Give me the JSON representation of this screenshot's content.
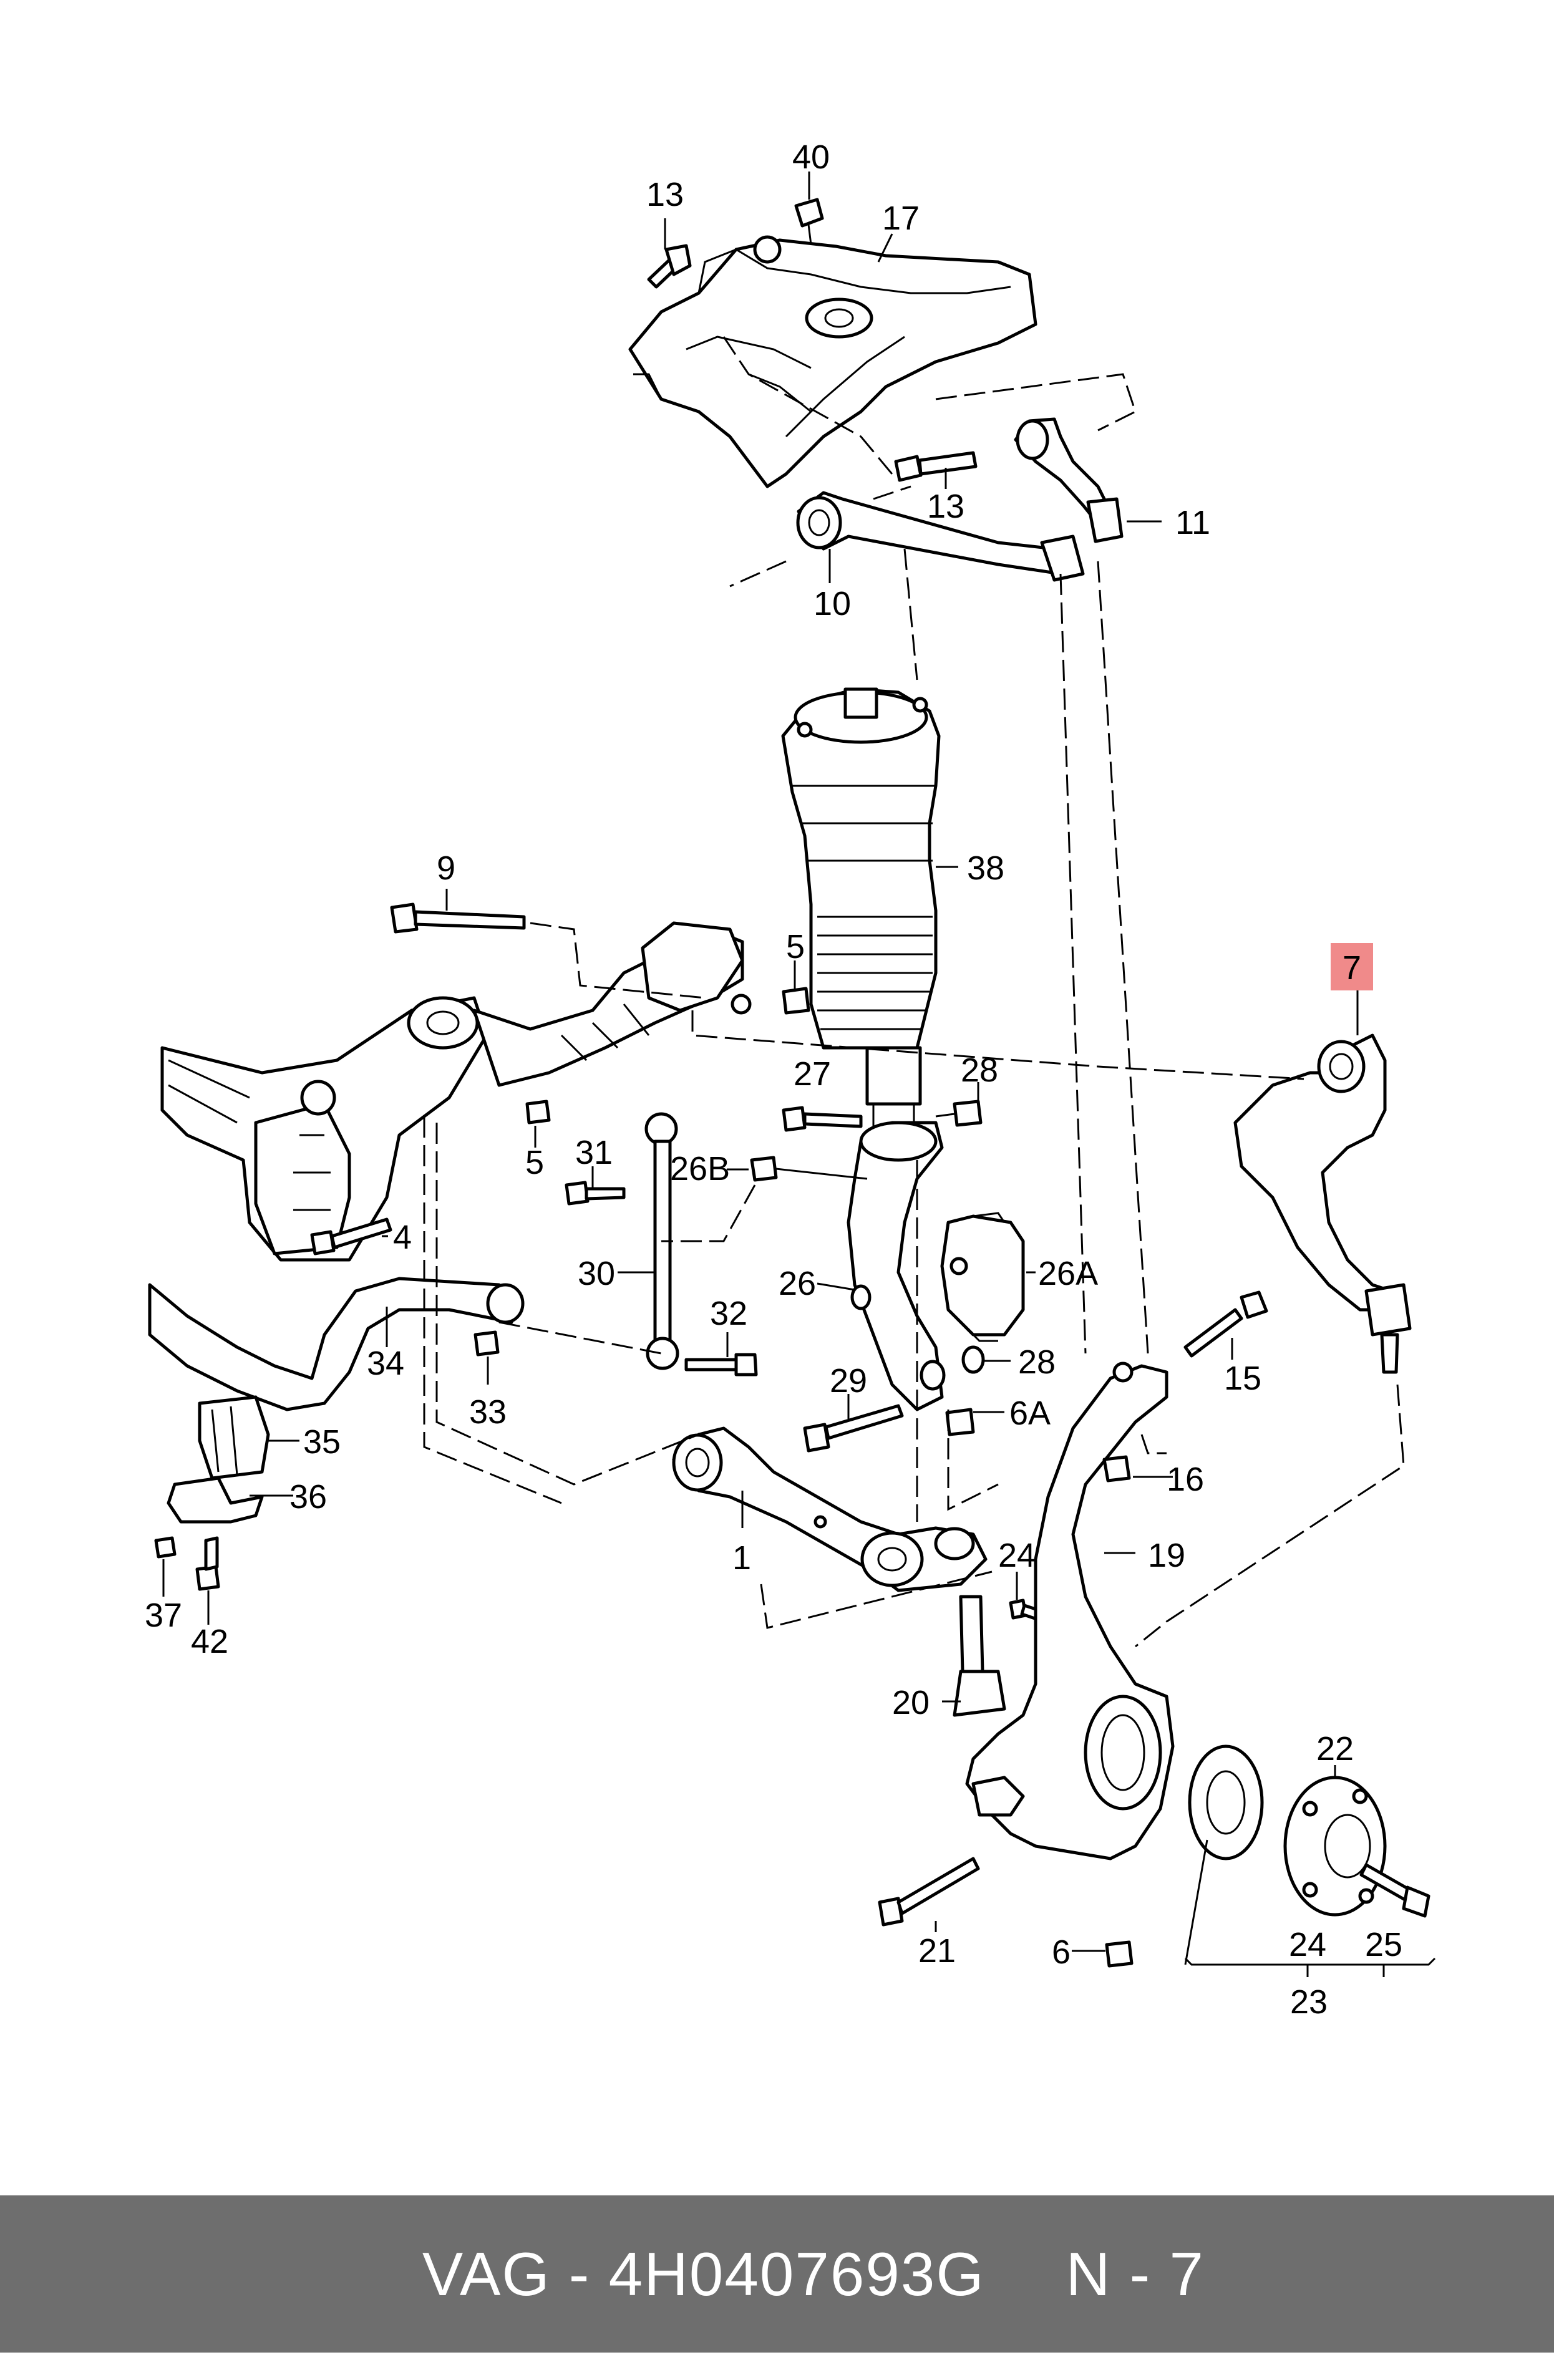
{
  "footer": {
    "brand_part": "VAG - 4H0407693G",
    "position": "N - 7"
  },
  "highlight_color": "#f08a8a",
  "footer_color": "#6e6e6e",
  "callouts": {
    "c40": "40",
    "c13a": "13",
    "c17": "17",
    "c13b": "13",
    "c11": "11",
    "c10": "10",
    "c38": "38",
    "c9": "9",
    "c5a": "5",
    "c27": "27",
    "c28a": "28",
    "c5b": "5",
    "c26b": "26B",
    "c31": "31",
    "c4": "4",
    "c30": "30",
    "c26": "26",
    "c26a": "26A",
    "c32": "32",
    "c34": "34",
    "c28b": "28",
    "c33": "33",
    "c29": "29",
    "c6a": "6A",
    "c35": "35",
    "c36": "36",
    "c15": "15",
    "c16": "16",
    "c1": "1",
    "c19": "19",
    "c24a": "24",
    "c37": "37",
    "c42": "42",
    "c20": "20",
    "c22": "22",
    "c21": "21",
    "c6": "6",
    "c24b": "24",
    "c25": "25",
    "c23": "23",
    "c7": "7"
  }
}
